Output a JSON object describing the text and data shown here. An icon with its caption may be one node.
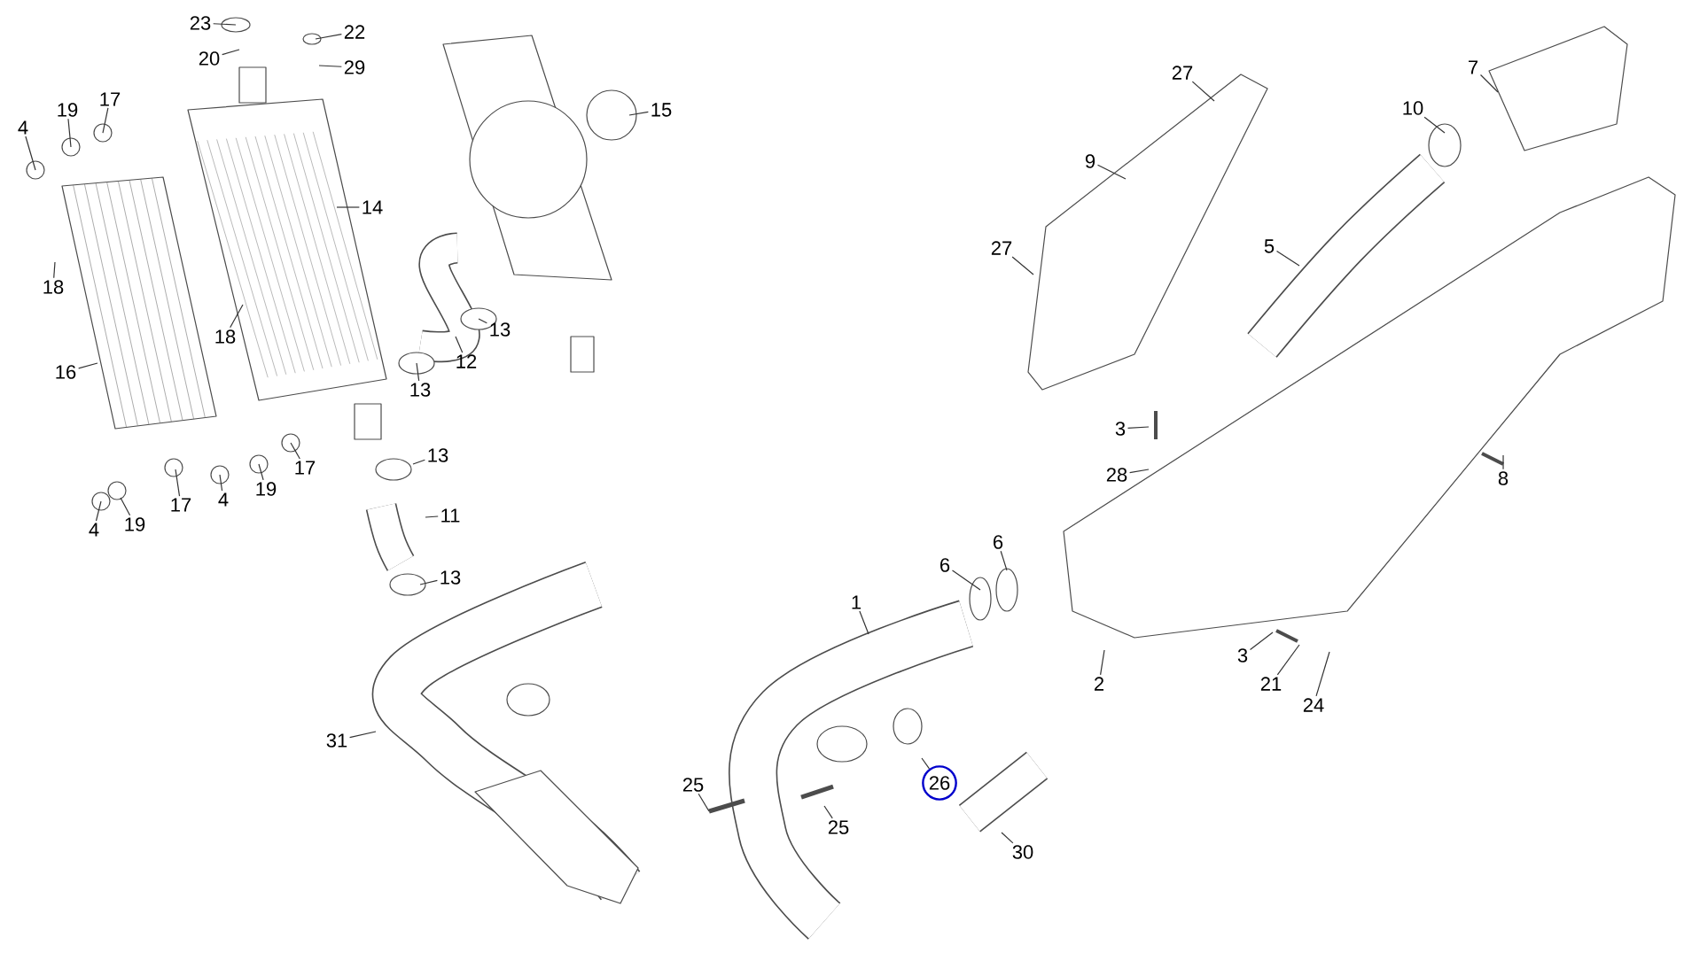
{
  "diagram": {
    "nodes": [
      {
        "text": [
          "23"
        ]
      },
      {
        "text": [
          "22"
        ]
      },
      {
        "text": [
          "20"
        ]
      },
      {
        "text": [
          "29"
        ]
      },
      {
        "text": [
          "4"
        ]
      },
      {
        "text": [
          "19"
        ]
      },
      {
        "text": [
          "17"
        ]
      },
      {
        "text": [
          "15"
        ]
      },
      {
        "text": [
          "27"
        ]
      },
      {
        "text": [
          "7"
        ]
      },
      {
        "text": [
          "10"
        ]
      },
      {
        "text": [
          "9"
        ]
      },
      {
        "text": [
          "14"
        ]
      },
      {
        "text": [
          "5"
        ]
      },
      {
        "text": [
          "27"
        ]
      },
      {
        "text": [
          "18"
        ]
      },
      {
        "text": [
          "18"
        ]
      },
      {
        "text": [
          "13"
        ]
      },
      {
        "text": [
          "16"
        ]
      },
      {
        "text": [
          "12"
        ]
      },
      {
        "text": [
          "13"
        ]
      },
      {
        "text": [
          "3"
        ]
      },
      {
        "text": [
          "13"
        ]
      },
      {
        "text": [
          "28"
        ]
      },
      {
        "text": [
          "8"
        ]
      },
      {
        "text": [
          "4"
        ]
      },
      {
        "text": [
          "19"
        ]
      },
      {
        "text": [
          "17"
        ]
      },
      {
        "text": [
          "4"
        ]
      },
      {
        "text": [
          "19"
        ]
      },
      {
        "text": [
          "17"
        ]
      },
      {
        "text": [
          "11"
        ]
      },
      {
        "text": [
          "13"
        ]
      },
      {
        "text": [
          "6"
        ]
      },
      {
        "text": [
          "6"
        ]
      },
      {
        "text": [
          "1"
        ]
      },
      {
        "text": [
          "2"
        ]
      },
      {
        "text": [
          "3"
        ]
      },
      {
        "text": [
          "21"
        ]
      },
      {
        "text": [
          "24"
        ]
      },
      {
        "text": [
          "31"
        ]
      },
      {
        "text": [
          "25"
        ]
      },
      {
        "text": [
          "26"
        ]
      },
      {
        "text": [
          "25"
        ]
      },
      {
        "text": [
          "30"
        ]
      }
    ],
    "edges": [
      {
        "from": 0,
        "to": null,
        "arrow": "none"
      },
      {
        "from": 1,
        "to": null,
        "arrow": "none"
      },
      {
        "from": 2,
        "to": null,
        "arrow": "none"
      },
      {
        "from": 3,
        "to": null,
        "arrow": "none"
      },
      {
        "from": 4,
        "to": null,
        "arrow": "none"
      },
      {
        "from": 5,
        "to": null,
        "arrow": "none"
      },
      {
        "from": 6,
        "to": null,
        "arrow": "none"
      },
      {
        "from": 7,
        "to": null,
        "arrow": "none"
      },
      {
        "from": 8,
        "to": null,
        "arrow": "none"
      },
      {
        "from": 9,
        "to": null,
        "arrow": "none"
      },
      {
        "from": 10,
        "to": null,
        "arrow": "none"
      },
      {
        "from": 11,
        "to": null,
        "arrow": "none"
      },
      {
        "from": 12,
        "to": null,
        "arrow": "none"
      },
      {
        "from": 13,
        "to": null,
        "arrow": "none"
      },
      {
        "from": 14,
        "to": null,
        "arrow": "none"
      },
      {
        "from": 15,
        "to": null,
        "arrow": "none"
      },
      {
        "from": 16,
        "to": null,
        "arrow": "none"
      },
      {
        "from": 17,
        "to": null,
        "arrow": "none"
      },
      {
        "from": 18,
        "to": null,
        "arrow": "none"
      },
      {
        "from": 19,
        "to": null,
        "arrow": "none"
      },
      {
        "from": 20,
        "to": null,
        "arrow": "none"
      },
      {
        "from": 21,
        "to": null,
        "arrow": "none"
      },
      {
        "from": 22,
        "to": null,
        "arrow": "none"
      },
      {
        "from": 23,
        "to": null,
        "arrow": "none"
      },
      {
        "from": 24,
        "to": null,
        "arrow": "none"
      },
      {
        "from": 25,
        "to": null,
        "arrow": "none"
      },
      {
        "from": 26,
        "to": null,
        "arrow": "none"
      },
      {
        "from": 27,
        "to": null,
        "arrow": "none"
      },
      {
        "from": 28,
        "to": null,
        "arrow": "none"
      },
      {
        "from": 29,
        "to": null,
        "arrow": "none"
      },
      {
        "from": 30,
        "to": null,
        "arrow": "none"
      },
      {
        "from": 31,
        "to": null,
        "arrow": "none"
      },
      {
        "from": 32,
        "to": null,
        "arrow": "none"
      },
      {
        "from": 33,
        "to": null,
        "arrow": "none"
      },
      {
        "from": 34,
        "to": null,
        "arrow": "none"
      },
      {
        "from": 35,
        "to": null,
        "arrow": "none"
      },
      {
        "from": 36,
        "to": null,
        "arrow": "none"
      },
      {
        "from": 37,
        "to": null,
        "arrow": "none"
      },
      {
        "from": 38,
        "to": null,
        "arrow": "none"
      },
      {
        "from": 39,
        "to": null,
        "arrow": "none"
      },
      {
        "from": 40,
        "to": null,
        "arrow": "none"
      },
      {
        "from": 41,
        "to": null,
        "arrow": "none"
      },
      {
        "from": 42,
        "to": null,
        "arrow": "none"
      },
      {
        "from": 43,
        "to": null,
        "arrow": "none"
      },
      {
        "from": 44,
        "to": null,
        "arrow": "none"
      }
    ]
  }
}
